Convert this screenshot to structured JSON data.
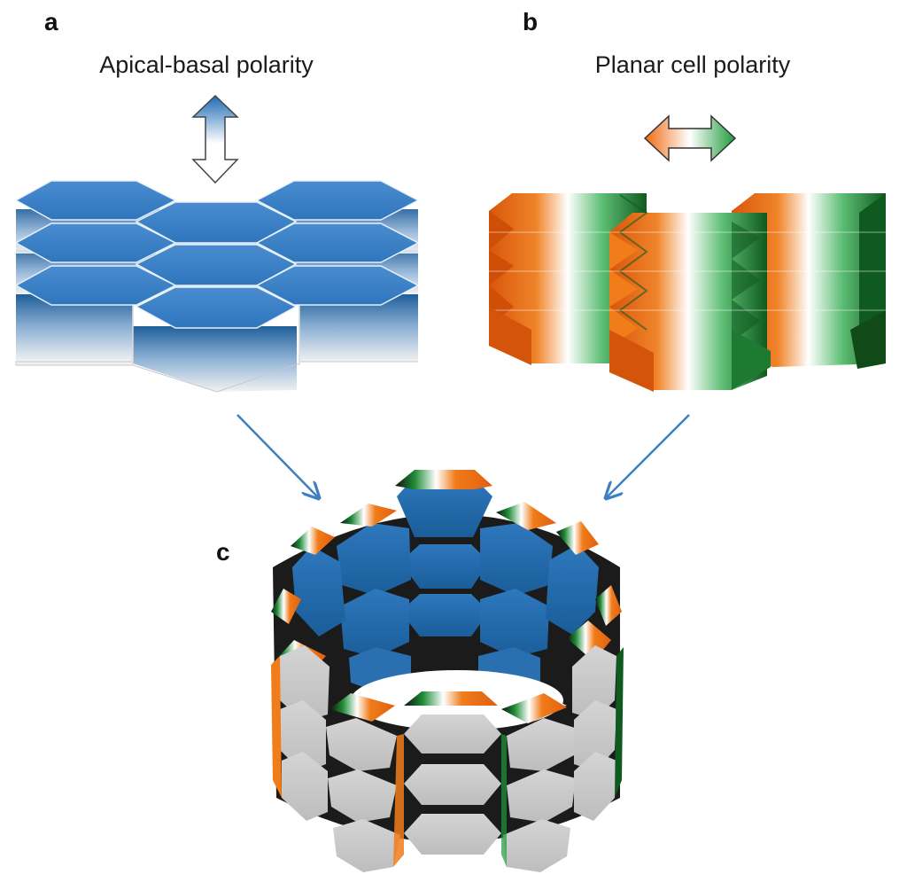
{
  "panels": {
    "a": {
      "label": "a",
      "title": "Apical-basal polarity"
    },
    "b": {
      "label": "b",
      "title": "Planar cell polarity"
    },
    "c": {
      "label": "c"
    }
  },
  "colors": {
    "apical_blue": "#3a7fc2",
    "apical_blue_dark": "#1f5f9a",
    "basal_grey": "#eeeeee",
    "planar_orange": "#f07c1a",
    "planar_orange_dark": "#d45e0c",
    "planar_green": "#1e9a3a",
    "planar_green_dark": "#0f5a1e",
    "tube_grey": "#c9c9c9",
    "connector_arrow": "#3d7fc0"
  }
}
